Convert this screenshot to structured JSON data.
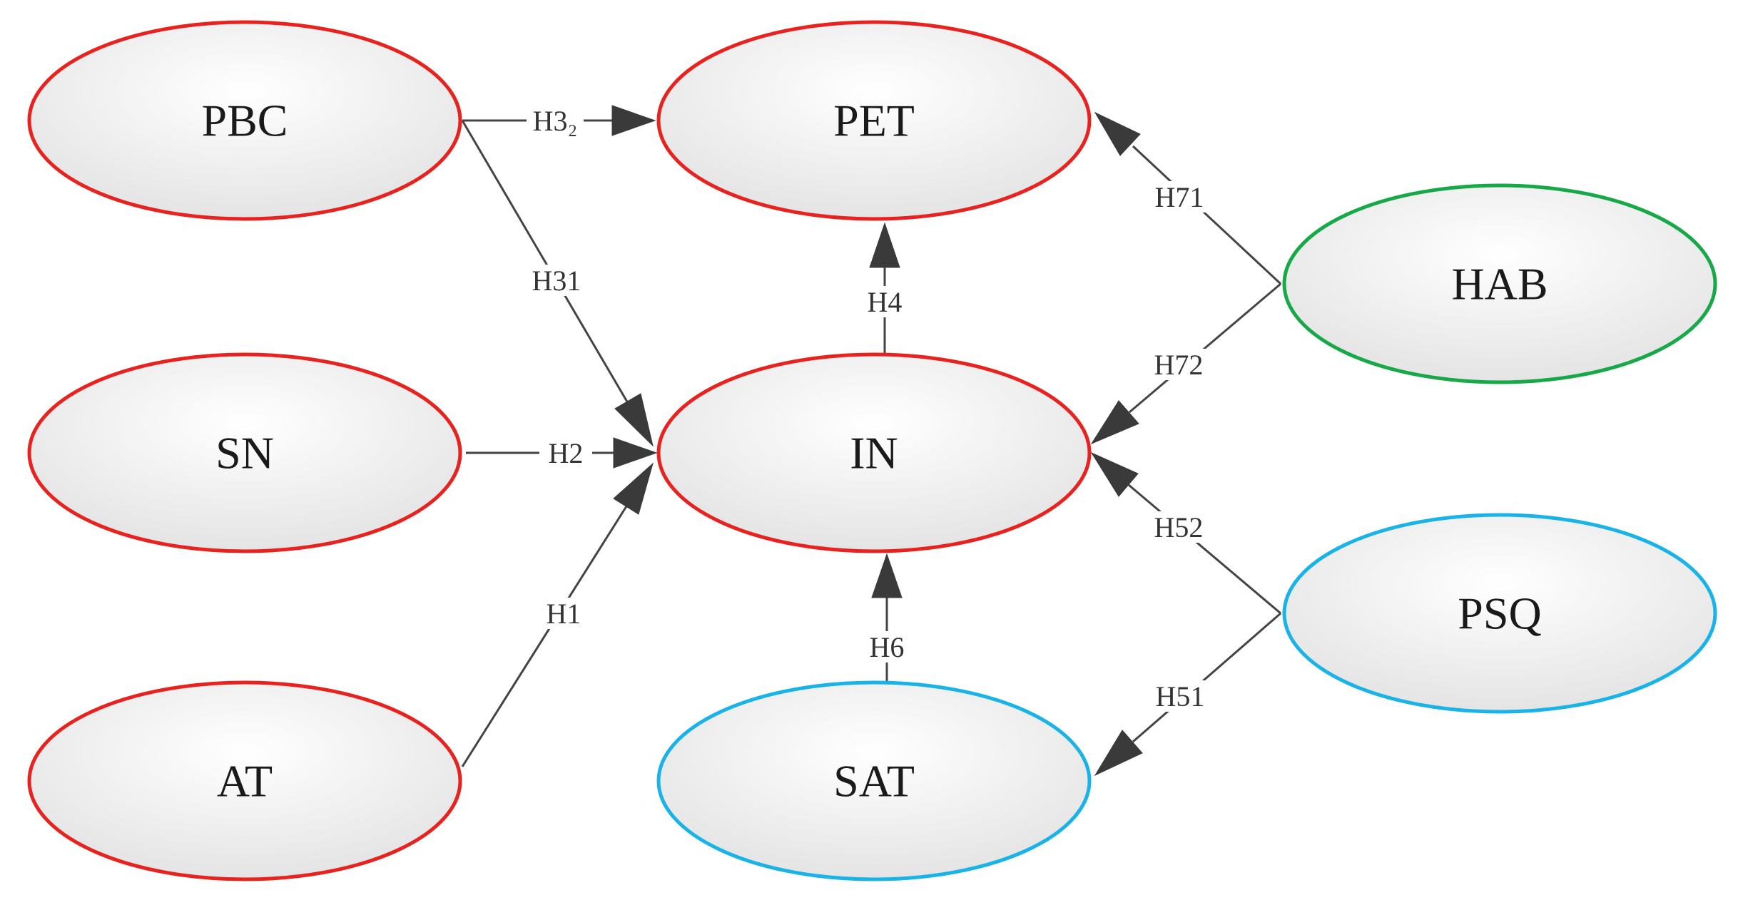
{
  "colors": {
    "red": "#e8231f",
    "green": "#17a848",
    "blue": "#19b3e8",
    "fill_light": "#ffffff",
    "fill_dark": "#e2e2e2"
  },
  "nodes": [
    {
      "id": "PBC",
      "label": "PBC",
      "border": "red"
    },
    {
      "id": "SN",
      "label": "SN",
      "border": "red"
    },
    {
      "id": "AT",
      "label": "AT",
      "border": "red"
    },
    {
      "id": "PET",
      "label": "PET",
      "border": "red"
    },
    {
      "id": "IN",
      "label": "IN",
      "border": "red"
    },
    {
      "id": "SAT",
      "label": "SAT",
      "border": "blue"
    },
    {
      "id": "HAB",
      "label": "HAB",
      "border": "green"
    },
    {
      "id": "PSQ",
      "label": "PSQ",
      "border": "blue"
    }
  ],
  "edges": [
    {
      "id": "h32",
      "from": "PBC",
      "to": "PET",
      "label": "H3₂"
    },
    {
      "id": "h31",
      "from": "PBC",
      "to": "IN",
      "label": "H31"
    },
    {
      "id": "h2",
      "from": "SN",
      "to": "IN",
      "label": "H2"
    },
    {
      "id": "h1",
      "from": "AT",
      "to": "IN",
      "label": "H1"
    },
    {
      "id": "h4",
      "from": "IN",
      "to": "PET",
      "label": "H4"
    },
    {
      "id": "h6",
      "from": "SAT",
      "to": "IN",
      "label": "H6"
    },
    {
      "id": "h71",
      "from": "HAB",
      "to": "PET",
      "label": "H71"
    },
    {
      "id": "h72",
      "from": "HAB",
      "to": "IN",
      "label": "H72"
    },
    {
      "id": "h52",
      "from": "PSQ",
      "to": "IN",
      "label": "H52"
    },
    {
      "id": "h51",
      "from": "PSQ",
      "to": "SAT",
      "label": "H51"
    }
  ]
}
